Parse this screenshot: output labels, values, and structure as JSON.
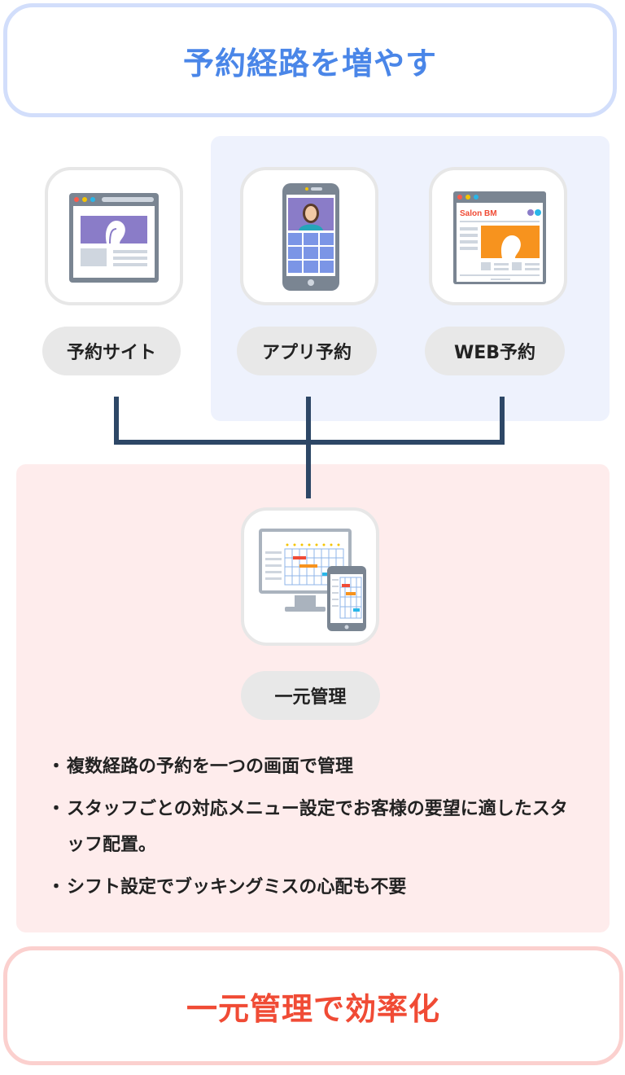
{
  "header": {
    "title": "予約経路を増やす"
  },
  "channels": [
    {
      "label": "予約サイト",
      "icon": "browser-window-icon"
    },
    {
      "label": "アプリ予約",
      "icon": "smartphone-app-icon"
    },
    {
      "label": "WEB予約",
      "icon": "salon-website-icon",
      "site_name": "Salon BM"
    }
  ],
  "hub": {
    "label": "一元管理",
    "icon": "desktop-and-phone-schedule-icon"
  },
  "bullets": [
    "複数経路の予約を一つの画面で管理",
    "スタッフごとの対応メニュー設定でお客様の要望に適したスタッフ配置。",
    "シフト設定でブッキングミスの心配も不要"
  ],
  "bullet_mark": "・",
  "footer": {
    "title": "一元管理で効率化"
  },
  "colors": {
    "header_text": "#4a86e8",
    "header_border": "#d2defb",
    "footer_text": "#f04b35",
    "footer_border": "#fbd0ce",
    "blue_panel": "#eef2fd",
    "pink_panel": "#feecec",
    "connector": "#2d4766"
  }
}
